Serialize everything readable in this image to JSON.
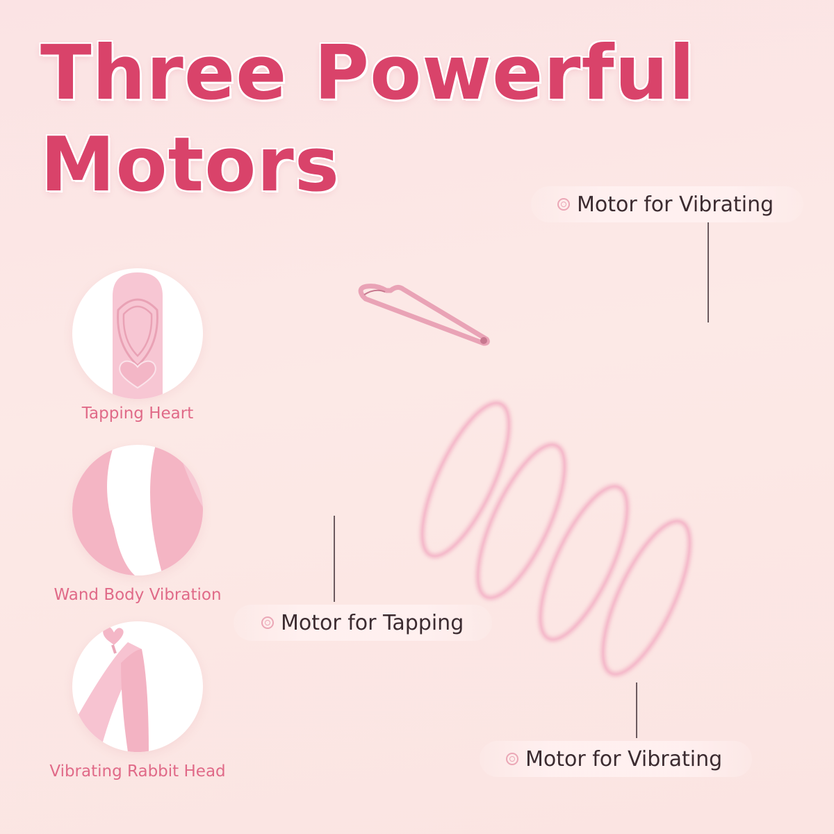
{
  "headline": {
    "line1": "Three Powerful",
    "line2": "Motors"
  },
  "features": [
    {
      "label": "Tapping Heart",
      "icon": "tapping-heart-image"
    },
    {
      "label": "Wand Body Vibration",
      "icon": "wand-body-image"
    },
    {
      "label": "Vibrating Rabbit Head",
      "icon": "rabbit-head-image"
    }
  ],
  "callouts": {
    "top_vibrating": "Motor for Vibrating",
    "tapping": "Motor for Tapping",
    "bottom_vibrating": "Motor for Vibrating"
  },
  "colors": {
    "headline": "#d9436a",
    "label": "#e06a88",
    "background": "#fbe6e4",
    "coil": "#f0a8bd"
  }
}
